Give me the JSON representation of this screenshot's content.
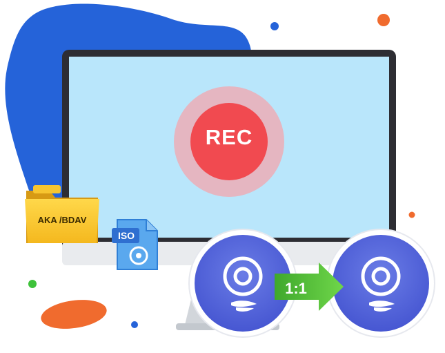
{
  "screen": {
    "record_label": "REC"
  },
  "folder": {
    "label": "AKA /BDAV",
    "icon": "folder-icon"
  },
  "iso_file": {
    "label": "ISO",
    "icon": "iso-file-icon"
  },
  "copy": {
    "ratio_label": "1:1",
    "source_icon": "blu-ray-disc-icon",
    "target_icon": "blu-ray-disc-icon",
    "arrow_icon": "arrow-right-icon"
  },
  "colors": {
    "blob_blue": "#2563d9",
    "screen_bg": "#b9e6fb",
    "rec_red": "#f14a50",
    "disc_blue": "#5163d8",
    "folder_yellow": "#f7c530",
    "arrow_green": "#58c63a",
    "accent_orange": "#f06b2e"
  }
}
